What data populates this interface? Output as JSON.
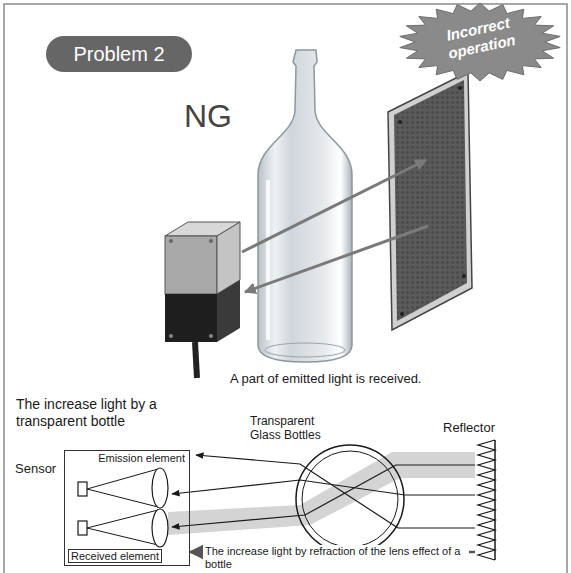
{
  "diagram": {
    "nodes": [
      {
        "text": [
          "Problem 2"
        ]
      },
      {
        "text": [
          "Incorrect operation"
        ]
      },
      {
        "text": [
          "Sensor",
          "Emission element",
          "Received element"
        ]
      },
      {
        "text": [
          "Transparent Glass Bottles"
        ]
      },
      {
        "text": [
          "Reflector"
        ]
      }
    ],
    "edges": [
      {
        "from": 4,
        "to": 2,
        "arrow": "to"
      }
    ],
    "labels": [
      "NG",
      "A part of emitted light is received.",
      "The increase light by a transparent bottle",
      "The increase light by refraction of the lens effect of a bottle"
    ]
  }
}
